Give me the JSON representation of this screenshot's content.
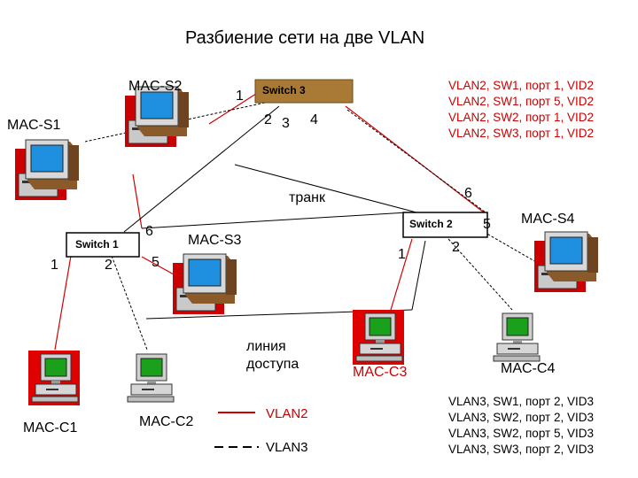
{
  "title": "Разбиение сети на две VLAN",
  "colors": {
    "vlan2": "#d00000",
    "vlan3": "#000000",
    "switch_fill": "#a87a36",
    "switch_border": "#6b4a1a"
  },
  "switches": {
    "sw1": {
      "label": "Switch 1"
    },
    "sw2": {
      "label": "Switch 2"
    },
    "sw3": {
      "label": "Switch 3"
    }
  },
  "hosts": {
    "s1": "MAC-S1",
    "s2": "MAC-S2",
    "s3": "MAC-S3",
    "s4": "MAC-S4",
    "c1": "MAC-C1",
    "c2": "MAC-C2",
    "c3": "MAC-C3",
    "c4": "MAC-C4"
  },
  "ports": {
    "sw3_p1": "1",
    "sw3_p2": "2",
    "sw3_p3": "3",
    "sw3_p4": "4",
    "sw1_p1": "1",
    "sw1_p2": "2",
    "sw1_p5": "5",
    "sw1_p6": "6",
    "sw2_p1": "1",
    "sw2_p2": "2",
    "sw2_p5": "5",
    "sw2_p6": "6"
  },
  "link_labels": {
    "trunk": "транк",
    "access": [
      "линия",
      "доступа"
    ]
  },
  "vlan2_assignments": [
    "VLAN2, SW1, порт 1, VID2",
    "VLAN2, SW1, порт 5, VID2",
    "VLAN2, SW2, порт 1, VID2",
    "VLAN2, SW3, порт 1, VID2"
  ],
  "vlan3_assignments": [
    "VLAN3, SW1, порт 2, VID3",
    "VLAN3, SW2, порт 2, VID3",
    "VLAN3, SW2, порт 5, VID3",
    "VLAN3, SW3, порт 2, VID3"
  ],
  "legend": {
    "vlan2": "VLAN2",
    "vlan3": "VLAN3"
  },
  "icons": [
    "server-computer-icon",
    "client-computer-icon",
    "switch-icon"
  ]
}
